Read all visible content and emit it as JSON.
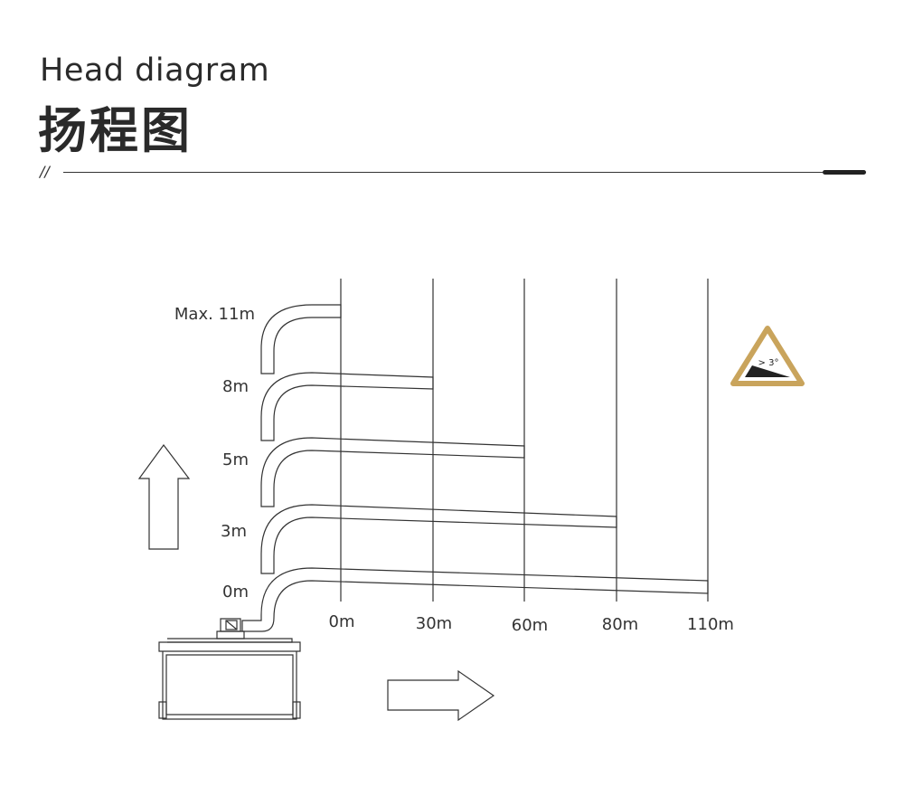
{
  "header": {
    "title_en": "Head diagram",
    "title_cn": "扬程图",
    "slashes": "//"
  },
  "diagram": {
    "head_labels": [
      "Max. 11m",
      "8m",
      "5m",
      "3m",
      "0m"
    ],
    "distance_labels": [
      "0m",
      "30m",
      "60m",
      "80m",
      "110m"
    ],
    "slope_label": "> 3°",
    "colors": {
      "line": "#333333",
      "warning_border": "#c9a45c",
      "slope_fill": "#222222"
    },
    "icons": [
      "up-arrow-icon",
      "right-arrow-icon",
      "slope-warning-icon",
      "pump-box-icon"
    ]
  }
}
